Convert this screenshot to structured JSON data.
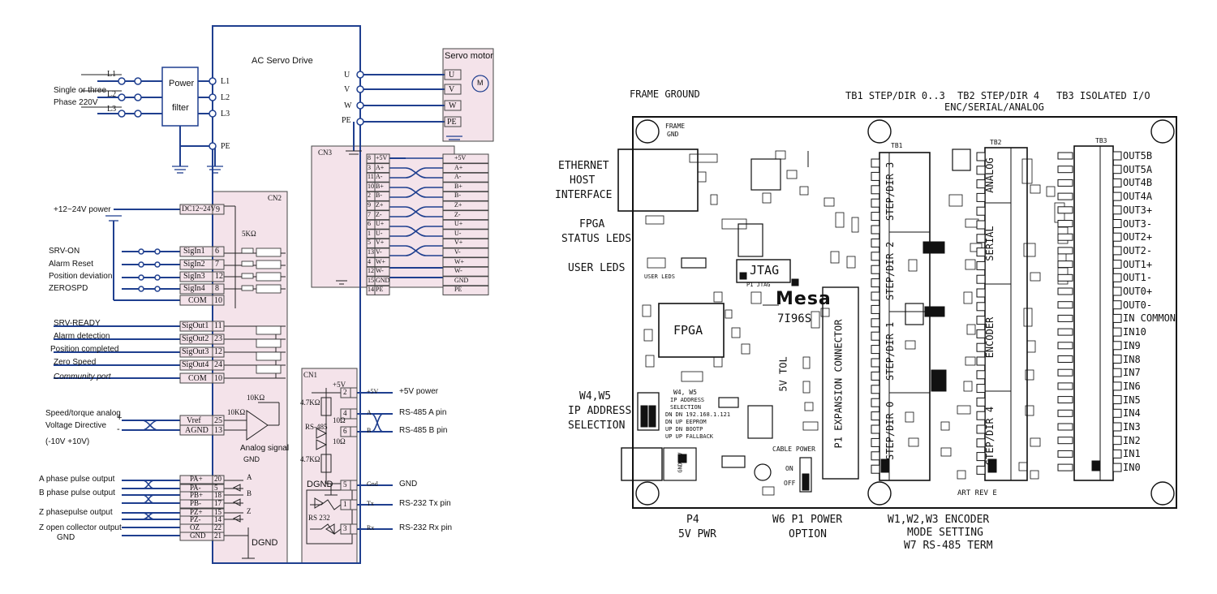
{
  "servo": {
    "drive_title": "AC Servo Drive",
    "motor_title": "Servo motor",
    "power_filter": [
      "Power",
      "filter"
    ],
    "supply_label": [
      "Single or three",
      "Phase 220V"
    ],
    "input_lines": [
      "L1",
      "L2",
      "L3"
    ],
    "drive_inputs": [
      "L1",
      "L2",
      "L3",
      "PE"
    ],
    "motor_terms": [
      "U",
      "V",
      "W",
      "PE"
    ],
    "motor_pins": [
      "U",
      "V",
      "W",
      "PE"
    ],
    "motor_symbol": "M",
    "cn2": "CN2",
    "cn3": "CN3",
    "cn1": "CN1",
    "power_label": "+12~24V power",
    "dc_box": "DC12~24V",
    "dc_pin": "9",
    "resistor_5k": "5KΩ",
    "resistor_small": "5KΩ",
    "inputs": [
      {
        "label": "SRV-ON",
        "pin_name": "SigIn1",
        "pin": "6"
      },
      {
        "label": "Alarm Reset",
        "pin_name": "SigIn2",
        "pin": "7"
      },
      {
        "label": "Position deviation",
        "pin_name": "SigIn3",
        "pin": "12"
      },
      {
        "label": "ZEROSPD",
        "pin_name": "SigIn4",
        "pin": "8"
      }
    ],
    "com_in": {
      "name": "COM",
      "pin": "10"
    },
    "outputs": [
      {
        "label": "SRV-READY",
        "pin_name": "SigOut1",
        "pin": "11"
      },
      {
        "label": "Alarm detection",
        "pin_name": "SigOut2",
        "pin": "23"
      },
      {
        "label": "Position completed",
        "pin_name": "SigOut3",
        "pin": "12"
      },
      {
        "label": "Zero Speed",
        "pin_name": "SigOut4",
        "pin": "24"
      }
    ],
    "com_out": {
      "label": "Community port",
      "name": "COM",
      "pin": "10"
    },
    "analog": {
      "label1": "Speed/torque analog",
      "label2": "Voltage Directive",
      "label3": "(-10V +10V)",
      "pins": [
        {
          "name": "Vref",
          "pin": "25"
        },
        {
          "name": "AGND",
          "pin": "13"
        }
      ],
      "r1": "10KΩ",
      "r2": "10KΩ",
      "signal": "Analog signal",
      "gnd": "GND",
      "plus": "+",
      "minus": "-"
    },
    "pulse": {
      "labels": [
        "A phase pulse output",
        "B phase pulse output",
        "Z phasepulse output",
        "Z open collector output",
        "GND"
      ],
      "pins": [
        {
          "name": "PA+",
          "pin": "20"
        },
        {
          "name": "PA-",
          "pin": "5"
        },
        {
          "name": "PB+",
          "pin": "18"
        },
        {
          "name": "PB-",
          "pin": "17"
        },
        {
          "name": "PZ+",
          "pin": "15"
        },
        {
          "name": "PZ-",
          "pin": "14"
        },
        {
          "name": "OZ",
          "pin": "22"
        },
        {
          "name": "GND",
          "pin": "21"
        }
      ],
      "letters": [
        "A",
        "B",
        "Z"
      ],
      "dgnd": "DGND"
    },
    "cn3_pins": [
      {
        "num": "8",
        "name": "+5V",
        "sig": "+5V"
      },
      {
        "num": "3",
        "name": "A+",
        "sig": "A+"
      },
      {
        "num": "11",
        "name": "A-",
        "sig": "A-"
      },
      {
        "num": "10",
        "name": "B+",
        "sig": "B+"
      },
      {
        "num": "2",
        "name": "B-",
        "sig": "B-"
      },
      {
        "num": "9",
        "name": "Z+",
        "sig": "Z+"
      },
      {
        "num": "7",
        "name": "Z-",
        "sig": "Z-"
      },
      {
        "num": "6",
        "name": "U+",
        "sig": "U+"
      },
      {
        "num": "1",
        "name": "U-",
        "sig": "U-"
      },
      {
        "num": "5",
        "name": "V+",
        "sig": "V+"
      },
      {
        "num": "13",
        "name": "V-",
        "sig": "V-"
      },
      {
        "num": "4",
        "name": "W+",
        "sig": "W+"
      },
      {
        "num": "12",
        "name": "W-",
        "sig": "W-"
      },
      {
        "num": "15",
        "name": "GND",
        "sig": "GND"
      },
      {
        "num": "14",
        "name": "PE",
        "sig": "PE"
      }
    ],
    "cn1_pins": [
      {
        "num": "2",
        "name": "+5V",
        "label": "+5V power"
      },
      {
        "num": "4",
        "name": "A",
        "label": "RS-485 A pin"
      },
      {
        "num": "6",
        "name": "B",
        "label": "RS-485 B pin"
      },
      {
        "num": "5",
        "name": "Gnd",
        "label": "GND"
      },
      {
        "num": "1",
        "name": "Tx",
        "label": "RS-232 Tx pin"
      },
      {
        "num": "3",
        "name": "Rx",
        "label": "RS-232 Rx pin"
      }
    ],
    "cn1_internal": {
      "p5v": "+5V",
      "r47k_top": "4.7KΩ",
      "r47k_bot": "4.7KΩ",
      "rs485": "RS-485",
      "r10a": "10Ω",
      "r10b": "10Ω",
      "rs232": "RS 232",
      "dgnd": "DGND"
    }
  },
  "mesa": {
    "top_labels": {
      "frame_ground": "FRAME GROUND",
      "tb1": "TB1 STEP/DIR 0..3",
      "tb2a": "TB2 STEP/DIR 4",
      "tb2b": "ENC/SERIAL/ANALOG",
      "tb3": "TB3 ISOLATED I/O"
    },
    "left_labels": {
      "ethernet": [
        "ETHERNET",
        "HOST",
        "INTERFACE"
      ],
      "fpga_status": [
        "FPGA",
        "STATUS LEDS"
      ],
      "user_leds": "USER LEDS",
      "ip_sel": [
        "W4,W5",
        "IP ADDRESS",
        "SELECTION"
      ]
    },
    "bottom_labels": {
      "p4": [
        "P4",
        "5V PWR"
      ],
      "w6": [
        "W6 P1 POWER",
        "OPTION"
      ],
      "w123": [
        "W1,W2,W3 ENCODER",
        "MODE SETTING",
        "W7 RS-485 TERM"
      ]
    },
    "board": {
      "frame_gnd": [
        "FRAME",
        "GND"
      ],
      "fpga": "FPGA",
      "jtag": "JTAG",
      "p1_jtag": "P1 JTAG",
      "logo": "Mesa",
      "model": "7I96S",
      "tol": "5V TOL",
      "p1_conn": "P1 EXPANSION CONNECTOR",
      "user_leds": "USER LEDS",
      "w4w5": "W4, W5",
      "ip_table": [
        "IP ADDRESS",
        "SELECTION",
        "DN DN 192.168.1.121",
        "DN UP EEPROM",
        "UP DN BOOTP",
        "UP UP FALLBACK"
      ],
      "cable_power": "CABLE POWER",
      "on": "ON",
      "off": "OFF",
      "gnd5v": "GND 5V",
      "art_rev": "ART REV E",
      "tb1": "TB1",
      "tb2": "TB2",
      "tb3": "TB3",
      "stepdir": [
        "STEP/DIR 3",
        "STEP/DIR 2",
        "STEP/DIR 1",
        "STEP/DIR 0"
      ],
      "tb2_sections": [
        "ANALOG",
        "SERIAL",
        "ENCODER",
        "STEP/DIR 4"
      ]
    },
    "tb3_pins": [
      "OUT5B",
      "OUT5A",
      "OUT4B",
      "OUT4A",
      "OUT3+",
      "OUT3-",
      "OUT2+",
      "OUT2-",
      "OUT1+",
      "OUT1-",
      "OUT0+",
      "OUT0-",
      "IN COMMON",
      "IN10",
      "IN9",
      "IN8",
      "IN7",
      "IN6",
      "IN5",
      "IN4",
      "IN3",
      "IN2",
      "IN1",
      "IN0"
    ]
  }
}
